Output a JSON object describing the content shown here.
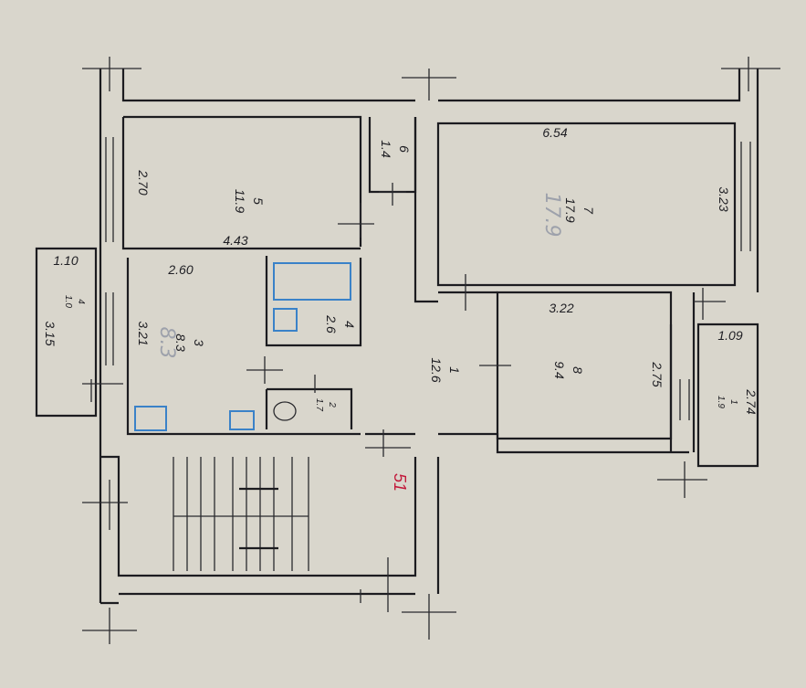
{
  "colors": {
    "paper": "#d9d6cc",
    "ink": "#1c1c20",
    "fixture_blue": "#3a82c8",
    "stamp_red": "#c2183a",
    "pencil_grey": "#8f95a3"
  },
  "rooms": [
    {
      "number": "5",
      "area": "11.9"
    },
    {
      "number": "6",
      "area": "1.4"
    },
    {
      "number": "7",
      "area": "17.9"
    },
    {
      "number": "4",
      "area": "2.6"
    },
    {
      "number": "3",
      "area": "8.3"
    },
    {
      "number": "1",
      "area": "12.6"
    },
    {
      "number": "8",
      "area": "9.4"
    },
    {
      "number": "2",
      "area": "1.7"
    },
    {
      "number": "1",
      "area": "1.9"
    },
    {
      "number": "4",
      "area": "1.0"
    }
  ],
  "dimensions": {
    "room7_width": "6.54",
    "room7_depth": "3.23",
    "room5_depth": "2.70",
    "room5_width": "4.43",
    "kitchen_width": "2.60",
    "kitchen_depth": "3.21",
    "loggia_width": "1.10",
    "loggia_depth": "3.15",
    "room8_width": "3.22",
    "room8_depth": "2.75",
    "balcony_width": "1.09",
    "balcony_depth": "2.74"
  },
  "annotations": {
    "stamp": "51",
    "pencil_area": "17.9",
    "pencil_kitchen": "8.3"
  }
}
